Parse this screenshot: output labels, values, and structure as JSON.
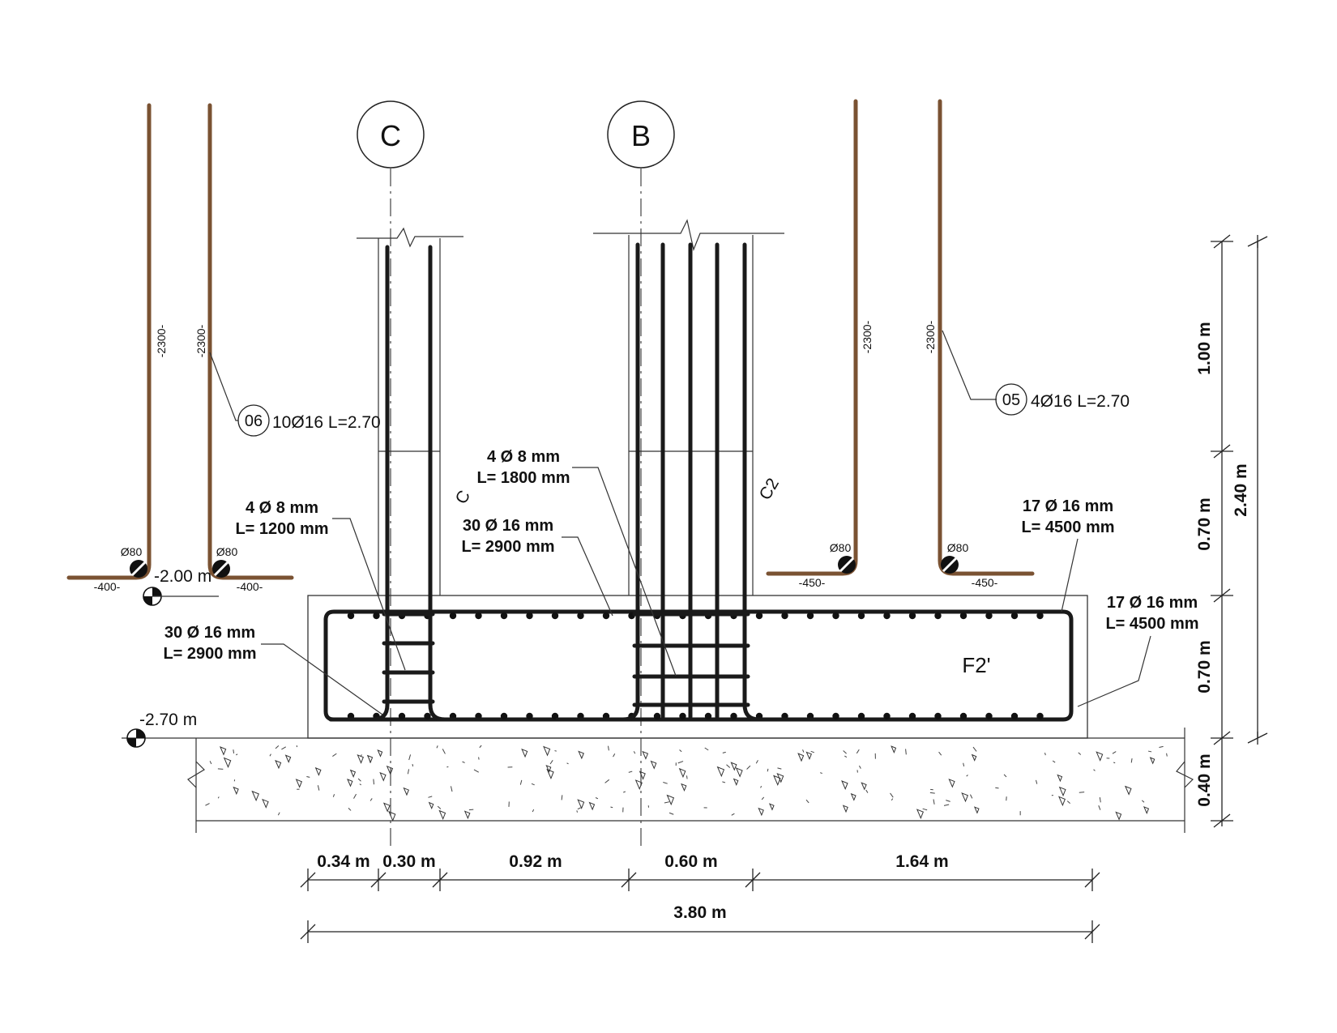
{
  "grid_lines": {
    "left": "C",
    "right": "B"
  },
  "footing_label": "F2'",
  "column_labels": {
    "left": "C",
    "right": "C2"
  },
  "levels": {
    "top": "-2.00 m",
    "bottom": "-2.70 m"
  },
  "notes": {
    "stirrups_left": [
      "4 Ø 8 mm",
      "L= 1200 mm"
    ],
    "stirrups_right": [
      "4 Ø 8 mm",
      "L= 1800 mm"
    ],
    "column_bars_mid": [
      "30 Ø 16 mm",
      "L= 2900 mm"
    ],
    "column_bars_left": [
      "30 Ø 16 mm",
      "L= 2900 mm"
    ],
    "footing_top_bars": [
      "17 Ø 16 mm",
      "L= 4500 mm"
    ],
    "footing_side_bars": [
      "17 Ø 16 mm",
      "L= 4500 mm"
    ]
  },
  "dowel_callouts": {
    "left": {
      "mark": "06",
      "text": "10Ø16 L=2.70"
    },
    "right": {
      "mark": "05",
      "text": "4Ø16 L=2.70"
    }
  },
  "dowel_dims": {
    "height": "-2300-",
    "diameter": "Ø80",
    "leg_left": "-400-",
    "leg_right": "-450-"
  },
  "dimensions_horizontal": [
    "0.34 m",
    "0.30 m",
    "0.92 m",
    "0.60 m",
    "1.64 m"
  ],
  "dimension_total": "3.80 m",
  "dimensions_vertical": [
    "1.00 m",
    "0.70 m",
    "0.70 m",
    "0.40 m"
  ],
  "dimension_vertical_total": "2.40 m",
  "colors": {
    "rebar": "#1a1a1a",
    "dowel": "#7a5232",
    "line": "#333333"
  }
}
